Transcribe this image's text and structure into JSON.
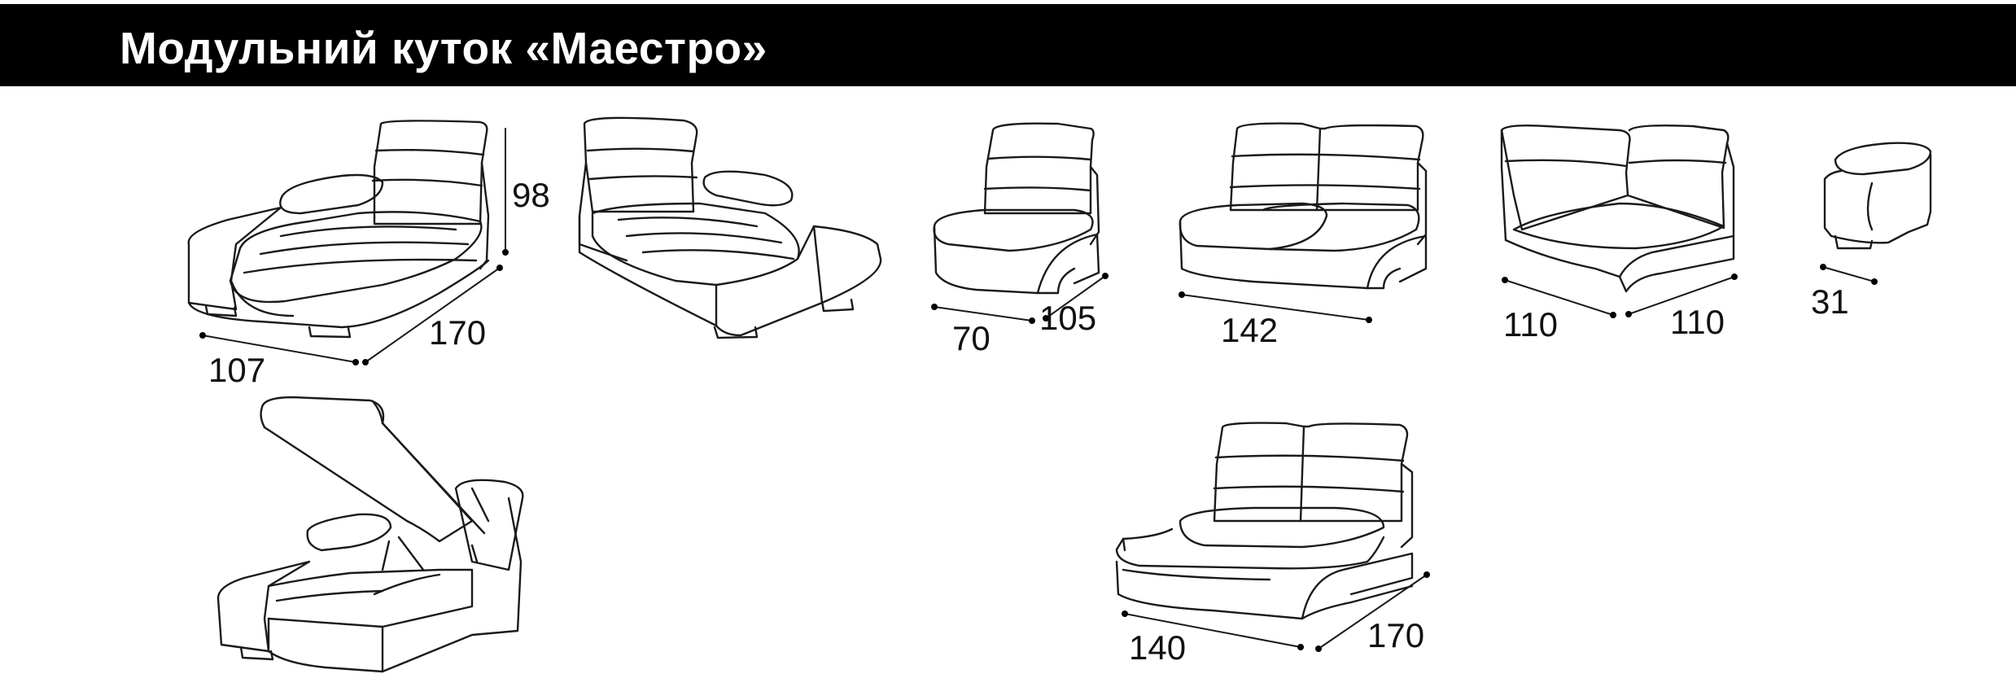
{
  "title": "Модульний куток «Маестро»",
  "colors": {
    "header_bg": "#000000",
    "header_text": "#ffffff",
    "line": "#1a1a1a"
  },
  "modules": [
    {
      "id": "chaise-left",
      "dims": [
        "98",
        "170",
        "107"
      ]
    },
    {
      "id": "chaise-right",
      "dims": []
    },
    {
      "id": "single-section",
      "dims": [
        "70",
        "105"
      ]
    },
    {
      "id": "double-section",
      "dims": [
        "142"
      ]
    },
    {
      "id": "corner-section",
      "dims": [
        "110",
        "110"
      ]
    },
    {
      "id": "armrest",
      "dims": [
        "31"
      ]
    },
    {
      "id": "chaise-storage-open",
      "dims": []
    },
    {
      "id": "double-sofa-bed",
      "dims": [
        "140",
        "170"
      ]
    }
  ]
}
